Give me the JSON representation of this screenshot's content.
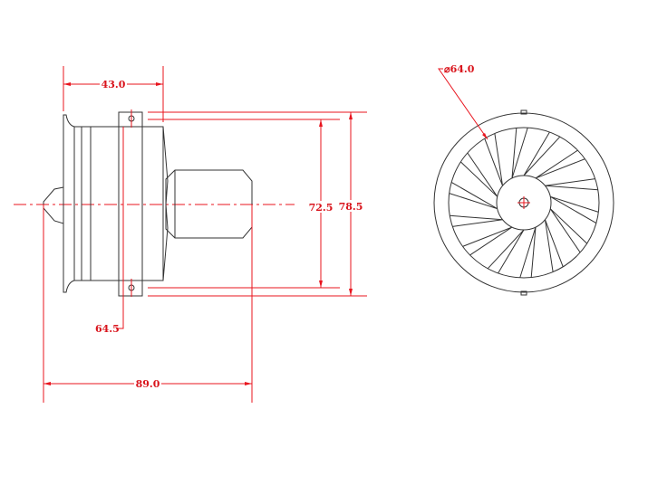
{
  "drawing": {
    "side_view": {
      "dimensions": {
        "inlet_to_flange": "43.0",
        "inner_diameter": "72.5",
        "outer_diameter": "78.5",
        "flange_diameter": "64.5",
        "total_length": "89.0"
      }
    },
    "front_view": {
      "fan_diameter_label": "⌀64.0",
      "blade_count": 14
    },
    "colors": {
      "dimension": "#e8141e",
      "outline": "#333333"
    }
  }
}
